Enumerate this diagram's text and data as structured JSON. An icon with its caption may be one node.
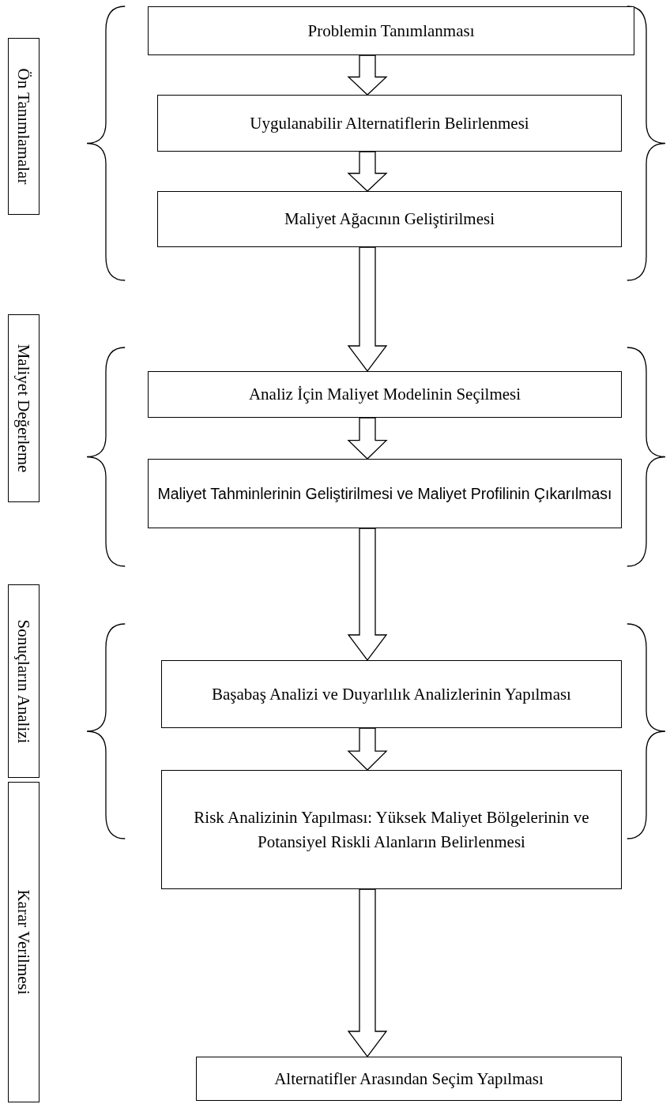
{
  "diagram": {
    "nodes": [
      {
        "text": [
          "Ön Tanımlamalar"
        ]
      },
      {
        "text": [
          "Problemin Tanımlanması"
        ]
      },
      {
        "text": [
          "Uygulanabilir Alternatiflerin Belirlenmesi"
        ]
      },
      {
        "text": [
          "Maliyet Ağacının Geliştirilmesi"
        ]
      },
      {
        "text": [
          "Maliyet Değerleme"
        ]
      },
      {
        "text": [
          "Analiz İçin Maliyet Modelinin Seçilmesi"
        ]
      },
      {
        "text": [
          "Maliyet Tahminlerinin Geliştirilmesi ve Maliyet Profilinin Çıkarılması"
        ]
      },
      {
        "text": [
          "Sonuçların Analizi"
        ]
      },
      {
        "text": [
          "Başabaş Analizi ve Duyarlılık Analizlerinin Yapılması"
        ]
      },
      {
        "text": [
          "Risk Analizinin Yapılması: Yüksek Maliyet Bölgelerinin ve Potansiyel Riskli Alanların Belirlenmesi"
        ]
      },
      {
        "text": [
          "Karar Verilmesi"
        ]
      },
      {
        "text": [
          "Alternatifler Arasından Seçim Yapılması"
        ]
      }
    ],
    "edges": [
      {
        "from": 1,
        "to": 2,
        "arrow": "to"
      },
      {
        "from": 2,
        "to": 3,
        "arrow": "to"
      },
      {
        "from": 3,
        "to": 5,
        "arrow": "to"
      },
      {
        "from": 5,
        "to": 6,
        "arrow": "to"
      },
      {
        "from": 6,
        "to": 8,
        "arrow": "to"
      },
      {
        "from": 8,
        "to": 9,
        "arrow": "to"
      },
      {
        "from": 9,
        "to": 11,
        "arrow": "to"
      }
    ]
  }
}
